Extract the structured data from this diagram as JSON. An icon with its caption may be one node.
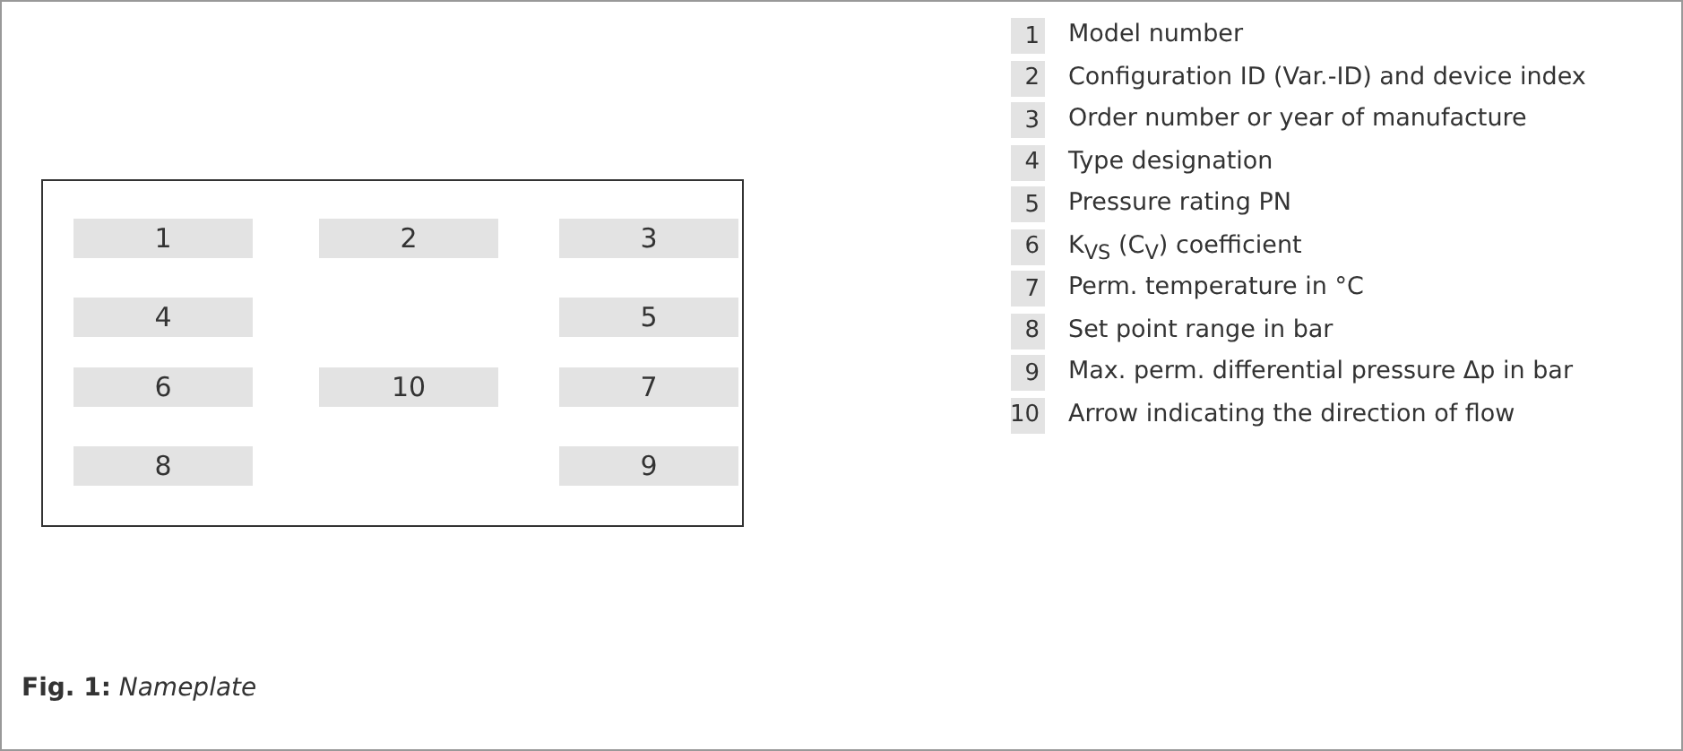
{
  "diagram": {
    "caption": "**Fig. 1:** *Nameplate*",
    "nodes": [
      {
        "text": [],
        "shape": "box"
      },
      {
        "text": [
          "1"
        ],
        "in": 0
      },
      {
        "text": [
          "2"
        ],
        "in": 0
      },
      {
        "text": [
          "3"
        ],
        "in": 0
      },
      {
        "text": [
          "4"
        ],
        "in": 0
      },
      {
        "text": [
          "5"
        ],
        "in": 0
      },
      {
        "text": [
          "6"
        ],
        "in": 0
      },
      {
        "text": [
          "10"
        ],
        "in": 0
      },
      {
        "text": [
          "7"
        ],
        "in": 0
      },
      {
        "text": [
          "8"
        ],
        "in": 0
      },
      {
        "text": [
          "9"
        ],
        "in": 0
      },
      {
        "text": [
          "1"
        ],
        "beside": [
          "Model number"
        ]
      },
      {
        "text": [
          "2"
        ],
        "beside": [
          "Configuration ID (Var.-ID) and device index"
        ]
      },
      {
        "text": [
          "3"
        ],
        "beside": [
          "Order number or year of manufacture"
        ]
      },
      {
        "text": [
          "4"
        ],
        "beside": [
          "Type designation"
        ]
      },
      {
        "text": [
          "5"
        ],
        "beside": [
          "Pressure rating PN"
        ]
      },
      {
        "text": [
          "6"
        ],
        "beside": [
          "K$_{VS}$ (C$_{V}$) coefficient"
        ]
      },
      {
        "text": [
          "7"
        ],
        "beside": [
          "Perm. temperature in °C"
        ]
      },
      {
        "text": [
          "8"
        ],
        "beside": [
          "Set point range in bar"
        ]
      },
      {
        "text": [
          "9"
        ],
        "beside": [
          "Max. perm. differential pressure Δp in bar"
        ]
      },
      {
        "text": [
          "10"
        ],
        "beside": [
          "Arrow indicating the direction of flow"
        ]
      }
    ],
    "edges": []
  }
}
